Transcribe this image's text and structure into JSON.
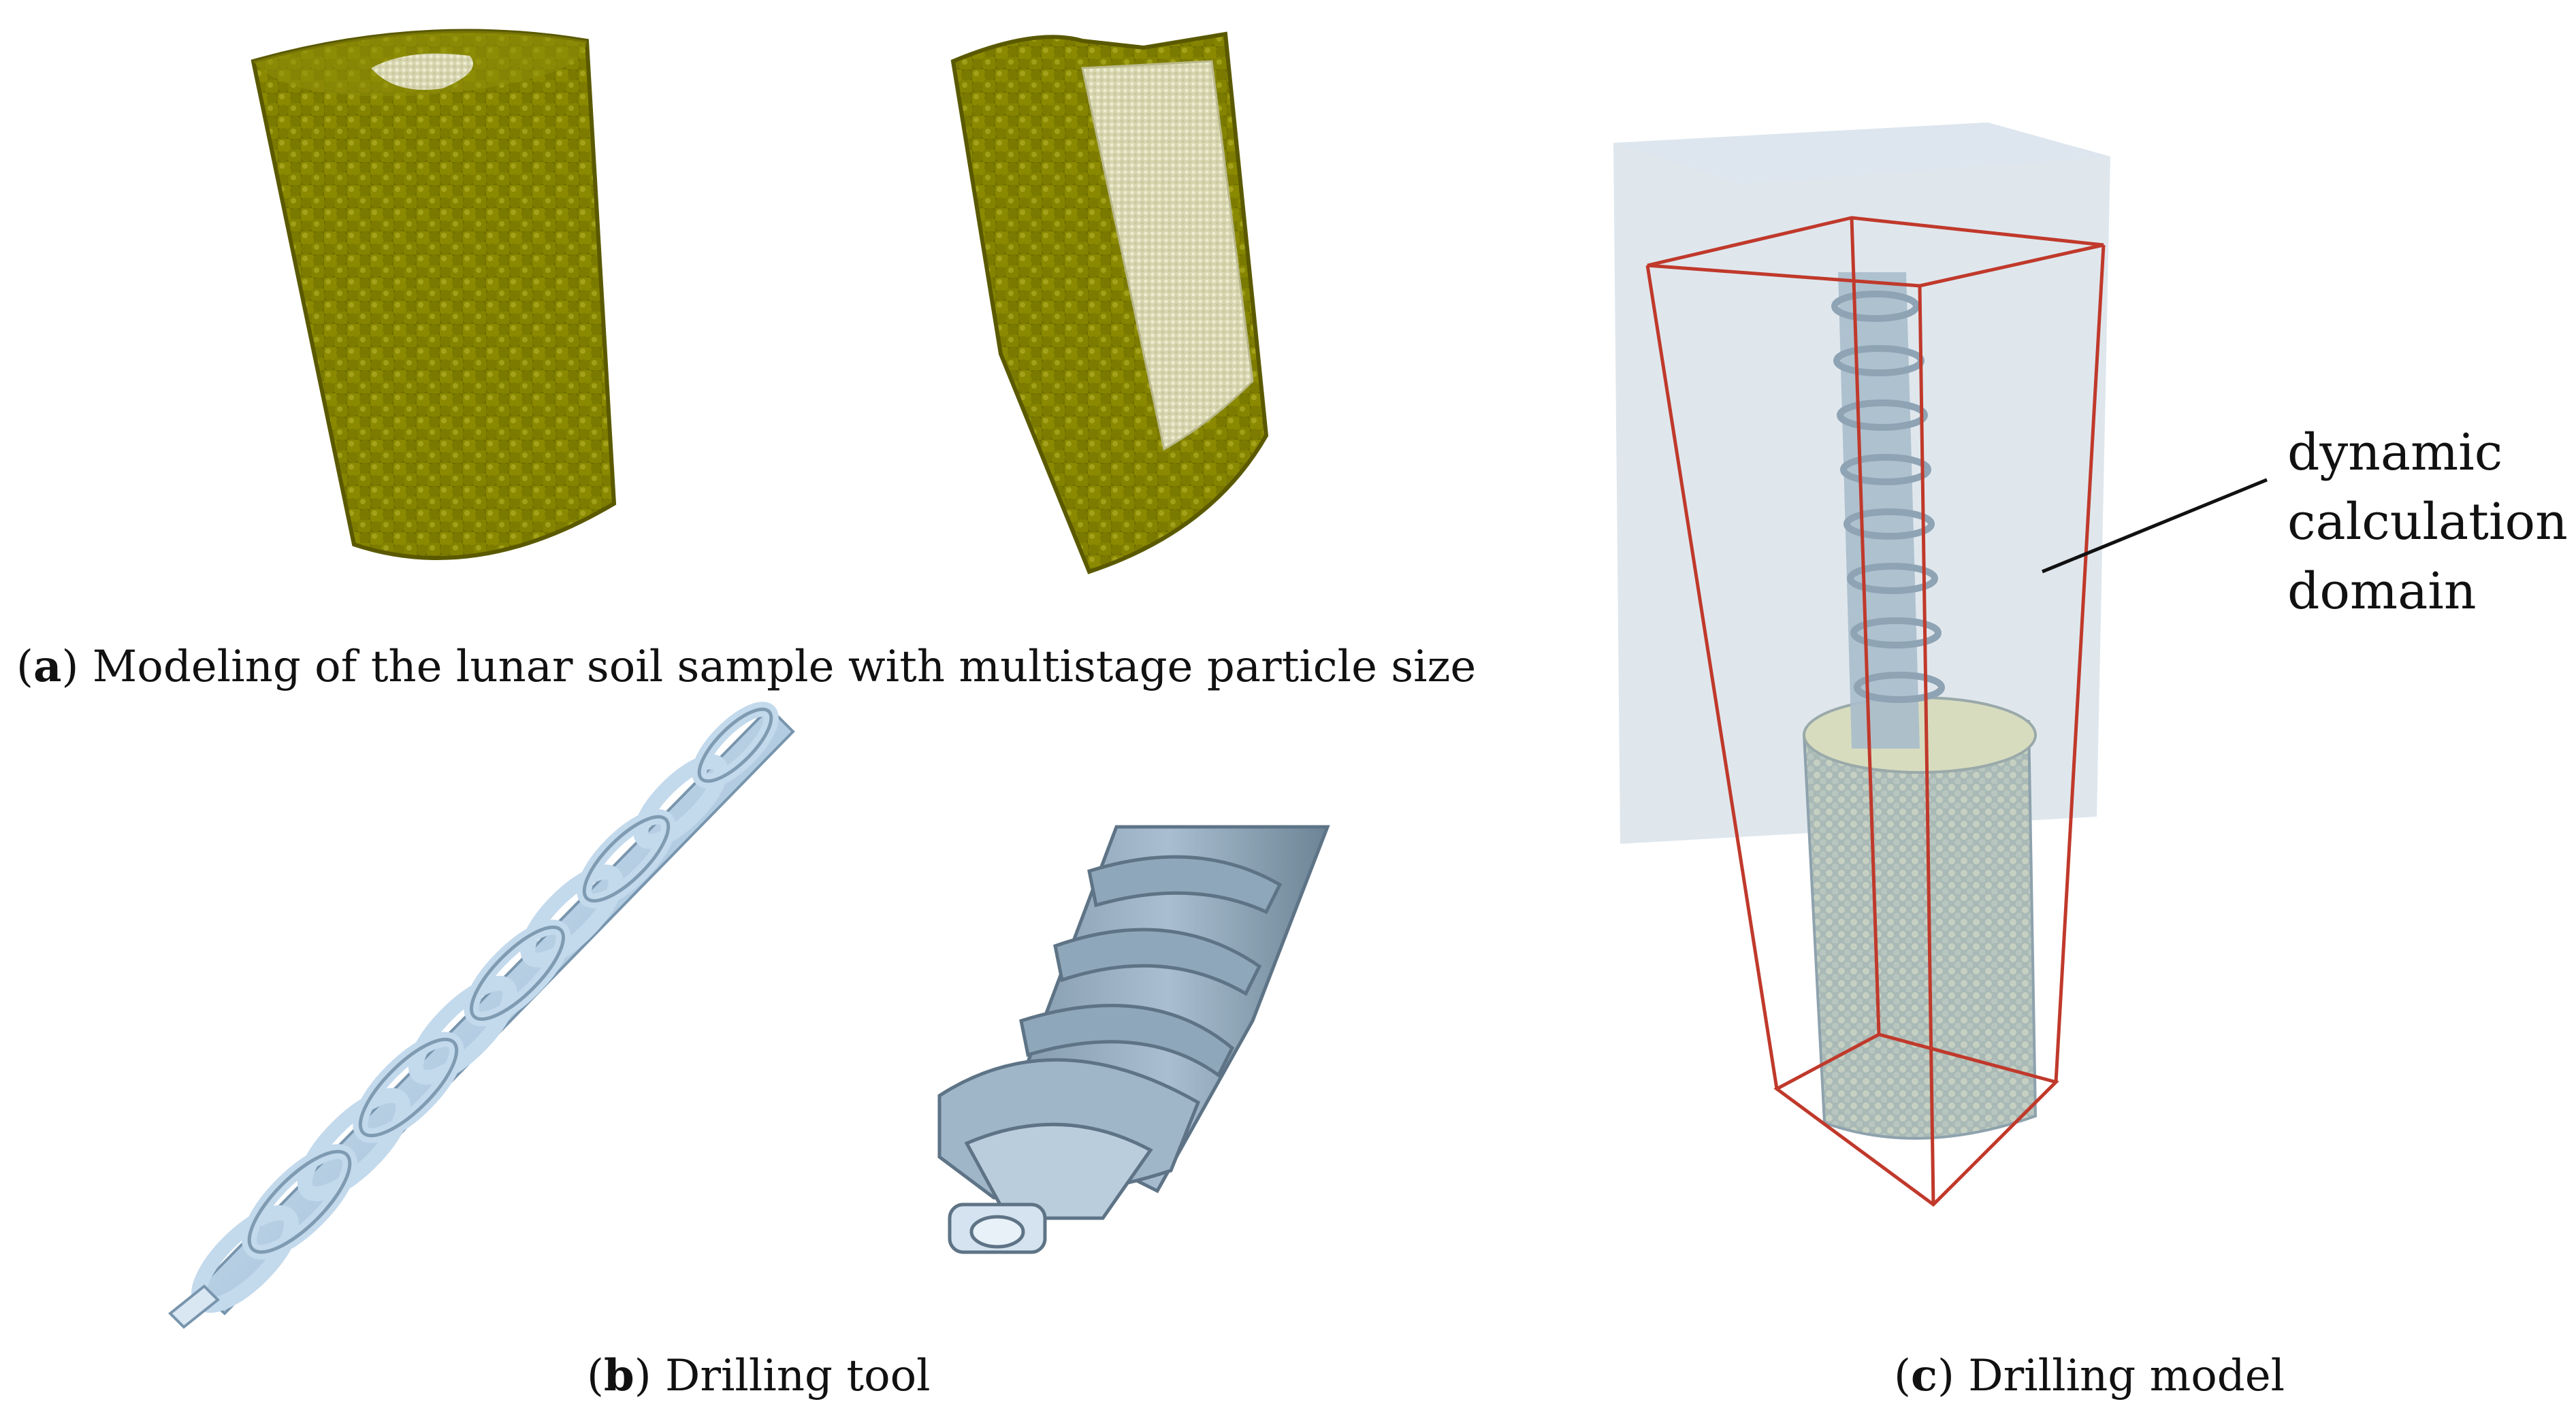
{
  "captions": {
    "a": {
      "letter": "a",
      "text": "Modeling of the lunar soil sample with multistage particle size"
    },
    "b": {
      "letter": "b",
      "text": "Drilling tool"
    },
    "c": {
      "letter": "c",
      "text": "Drilling model"
    }
  },
  "annotation": {
    "line1": "dynamic",
    "line2": "calculation",
    "line3": "domain"
  },
  "colors": {
    "soil_particle": "#7e7d00",
    "soil_dark": "#4e4d00",
    "soil_fine": "#d9d8b2",
    "tool_light": "#cfe3f5",
    "tool_mid": "#9db8cf",
    "tool_dark": "#6f8799",
    "domain_box": "#c0392b",
    "chamber_fill": "#b7c8d6",
    "sample_particle": "#c9cfae"
  }
}
